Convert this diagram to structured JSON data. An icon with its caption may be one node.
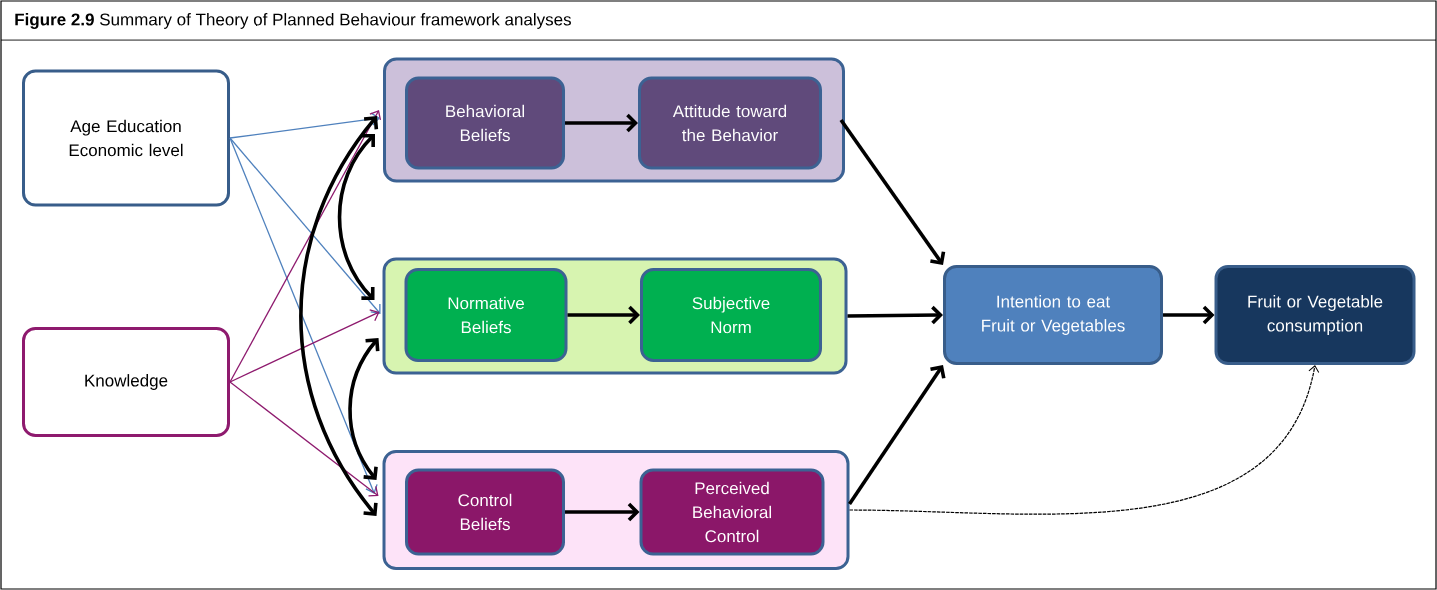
{
  "diagram": {
    "title": "**Figure 2.9** Summary of Theory of Planned Behaviour framework analyses",
    "nodes": [
      {
        "text": [
          "Age Education Economic level"
        ]
      },
      {
        "text": [
          "Knowledge"
        ]
      },
      {
        "text": [],
        "shape": "box"
      },
      {
        "text": [
          "Behavioral Beliefs"
        ],
        "in": 2
      },
      {
        "text": [
          "Attitude toward the Behavior"
        ],
        "in": 2
      },
      {
        "text": [],
        "shape": "box"
      },
      {
        "text": [
          "Normative Beliefs"
        ],
        "in": 5
      },
      {
        "text": [
          "Subjective Norm"
        ],
        "in": 5
      },
      {
        "text": [],
        "shape": "box"
      },
      {
        "text": [
          "Control Beliefs"
        ],
        "in": 8
      },
      {
        "text": [
          "Perceived Behavioral Control"
        ],
        "in": 8
      },
      {
        "text": [
          "Intention to eat Fruit or Vegetables"
        ]
      },
      {
        "text": [
          "Fruit or Vegetable consumption"
        ]
      }
    ],
    "edges": [
      {
        "from": 0,
        "to": 2,
        "arrow": "to",
        "color": "#4f81bd"
      },
      {
        "from": 0,
        "to": 5,
        "arrow": "to",
        "color": "#4f81bd"
      },
      {
        "from": 0,
        "to": 8,
        "arrow": "to",
        "color": "#4f81bd"
      },
      {
        "from": 1,
        "to": 2,
        "arrow": "to",
        "color": "#8e1a6e"
      },
      {
        "from": 1,
        "to": 5,
        "arrow": "to",
        "color": "#8e1a6e"
      },
      {
        "from": 1,
        "to": 8,
        "arrow": "to",
        "color": "#8e1a6e"
      },
      {
        "from": 2,
        "to": 5,
        "arrow": "both"
      },
      {
        "from": 5,
        "to": 8,
        "arrow": "both"
      },
      {
        "from": 2,
        "to": 8,
        "arrow": "both"
      },
      {
        "from": 3,
        "to": 4,
        "arrow": "to"
      },
      {
        "from": 6,
        "to": 7,
        "arrow": "to"
      },
      {
        "from": 9,
        "to": 10,
        "arrow": "to"
      },
      {
        "from": 2,
        "to": 11,
        "arrow": "to"
      },
      {
        "from": 5,
        "to": 11,
        "arrow": "to"
      },
      {
        "from": 8,
        "to": 11,
        "arrow": "to"
      },
      {
        "from": 11,
        "to": 12,
        "arrow": "to"
      },
      {
        "from": 8,
        "to": 12,
        "arrow": "to",
        "style": "dashed"
      }
    ]
  }
}
